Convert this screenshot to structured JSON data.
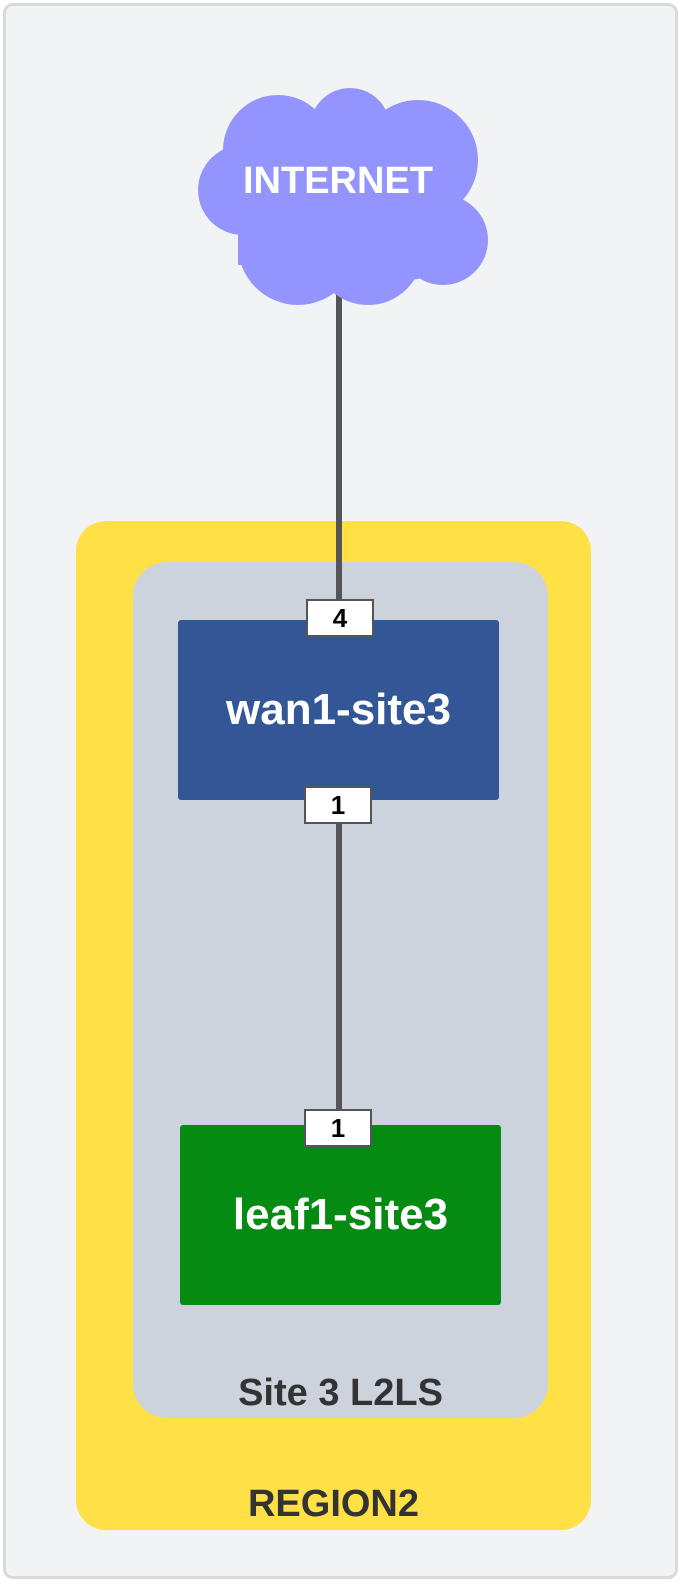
{
  "colors": {
    "background": "#f2f3f5",
    "region": "#ffe047",
    "site": "#cdd3dc",
    "wan_node": "#335796",
    "leaf_node": "#058a12",
    "cloud": "#9494ff",
    "link": "#555555"
  },
  "cloud": {
    "label": "INTERNET"
  },
  "region": {
    "label": "REGION2"
  },
  "site": {
    "label": "Site 3 L2LS"
  },
  "nodes": [
    {
      "name": "wan1-site3",
      "role": "wan"
    },
    {
      "name": "leaf1-site3",
      "role": "leaf"
    }
  ],
  "links": [
    {
      "from": "INTERNET",
      "to": "wan1-site3",
      "to_port": "4"
    },
    {
      "from": "wan1-site3",
      "from_port": "1",
      "to": "leaf1-site3",
      "to_port": "1"
    }
  ]
}
